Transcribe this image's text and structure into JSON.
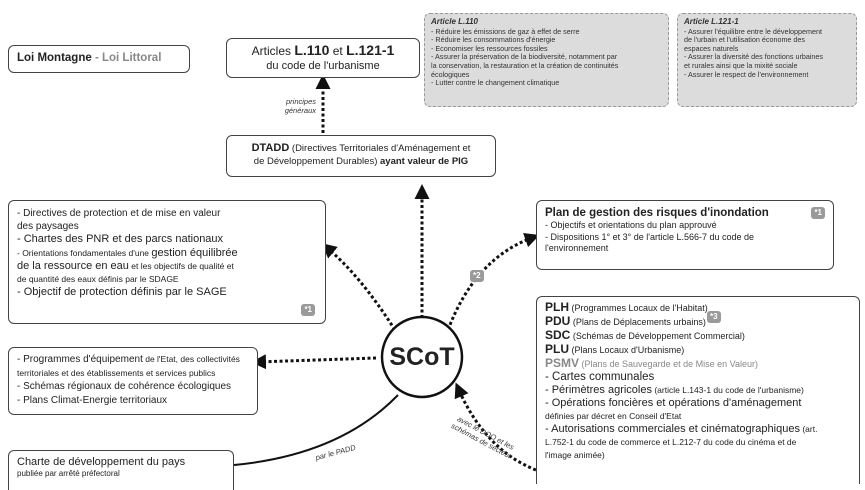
{
  "loi_box": {
    "montagne": "Loi Montagne",
    "sep": " - ",
    "littoral": "Loi Littoral"
  },
  "articles_box": {
    "pre": "Articles ",
    "a1": "L.110",
    "mid": " et ",
    "a2": "L.121-1",
    "line2": "du code de l'urbanisme"
  },
  "art110": {
    "title": "Article L.110",
    "lines": [
      "- Réduire les émissions de gaz à effet de serre",
      "- Réduire les consommations d'énergie",
      "- Economiser les ressources fossiles",
      "- Assurer la préservation de la biodiversité, notamment par",
      "la conservation, la restauration et la création de continuités",
      "écologiques",
      "- Lutter contre le changement climatique"
    ]
  },
  "art121": {
    "title": "Article L.121-1",
    "lines": [
      "- Assurer l'équilibre entre le développement",
      "de l'urbain et l'utilisation économe des",
      "espaces naturels",
      "- Assurer la diversité des fonctions urbaines",
      "et rurales ainsi que la mixité sociale",
      "- Assurer le respect de l'environnement"
    ]
  },
  "label_principes": [
    "principes",
    "généraux"
  ],
  "dtadd": {
    "abbr": "DTADD",
    "line1": " (Directives Territoriales d'Aménagement et",
    "line2a": "de Développement Durables) ",
    "line2b": "ayant valeur de PIG"
  },
  "directives": {
    "l1": "- Directives de protection et de mise en valeur",
    "l2": "des paysages",
    "l3": "- Chartes des PNR et des parcs nationaux",
    "l4a": "- Orientations fondamentales d'une ",
    "l4b": "gestion équilibrée",
    "l5a": "de la ressource en eau",
    "l5b": " et les objectifs de qualité et",
    "l6": "de quantité des eaux définis par le SDAGE",
    "l7": "- Objectif de protection définis par le SAGE",
    "badge": "*1"
  },
  "plan_risques": {
    "title": "Plan de gestion des risques d'inondation",
    "badge": "*1",
    "l1": "- Objectifs et orientations du plan approuvé",
    "l2": "- Dispositions 1° et 3° de l'article L.566-7 du code de",
    "l3": "l'environnement"
  },
  "badge2": "*2",
  "programmes": {
    "l1a": "- Programmes d'équipement",
    "l1b": " de l'Etat, des collectivités",
    "l2": "territoriales et des établissements et services publics",
    "l3": "- Schémas régionaux de cohérence écologiques",
    "l4": "- Plans Climat-Energie territoriaux"
  },
  "scot": "SCoT",
  "docs": {
    "badge": "*3",
    "items": [
      {
        "abbr": "PLH",
        "desc": " (Programmes Locaux de l'Habitat)"
      },
      {
        "abbr": "PDU",
        "desc": " (Plans de Déplacements urbains)"
      },
      {
        "abbr": "SDC",
        "desc": " (Schémas de Développement Commercial)"
      },
      {
        "abbr": "PLU",
        "desc": " (Plans Locaux d'Urbanisme)"
      },
      {
        "abbr": "PSMV",
        "desc": " (Plans de Sauvegarde et de Mise en Valeur)"
      }
    ],
    "l6": "- Cartes communales",
    "l7a": "- Périmètres agricoles",
    "l7b": " (article L.143-1 du code de l'urbanisme)",
    "l8": "- Opérations foncières et opérations d'aménagement",
    "l9": "définies par décret en Conseil d'Etat",
    "l10a": "- Autorisations commerciales et cinématographiques",
    "l10b": " (art.",
    "l11": "L.752-1 du code de commerce et L.212-7 du code du cinéma et de",
    "l12": "l'image animée)"
  },
  "charte": {
    "title": "Charte de développement du pays",
    "sub": "publiée par arrêté préfectoral"
  },
  "label_padd": "par le PADD",
  "label_doo": [
    "avec le DOO et les",
    "schémas de secteur"
  ],
  "colors": {
    "arrow": "#111111",
    "grey_box": "#dcdcdc",
    "badge": "#9a9a9a",
    "muted": "#777777",
    "accent_grey": "#888888"
  }
}
